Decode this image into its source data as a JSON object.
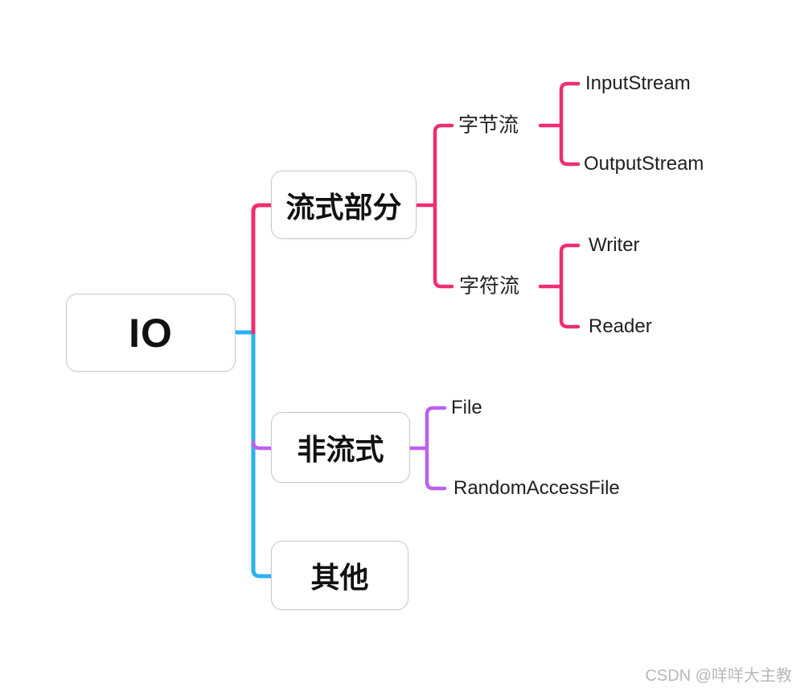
{
  "watermark": {
    "text": "CSDN @咩咩大主教",
    "color": "#b8b8b8"
  },
  "colors": {
    "stream_branch": "#ED2E72",
    "nonstream_branch": "#BE5FF0",
    "other_branch": "#29B2F5",
    "node_border": "#c8c8c8",
    "node_text": "#111111",
    "leaf_text": "#1f1f1f"
  },
  "tree": {
    "root": {
      "label": "IO"
    },
    "branches": [
      {
        "label": "流式部分",
        "children": [
          {
            "label": "字节流",
            "children": [
              {
                "label": "InputStream"
              },
              {
                "label": "OutputStream"
              }
            ]
          },
          {
            "label": "字符流",
            "children": [
              {
                "label": "Writer"
              },
              {
                "label": "Reader"
              }
            ]
          }
        ]
      },
      {
        "label": "非流式",
        "children": [
          {
            "label": "File"
          },
          {
            "label": "RandomAccessFile"
          }
        ]
      },
      {
        "label": "其他",
        "children": []
      }
    ]
  }
}
